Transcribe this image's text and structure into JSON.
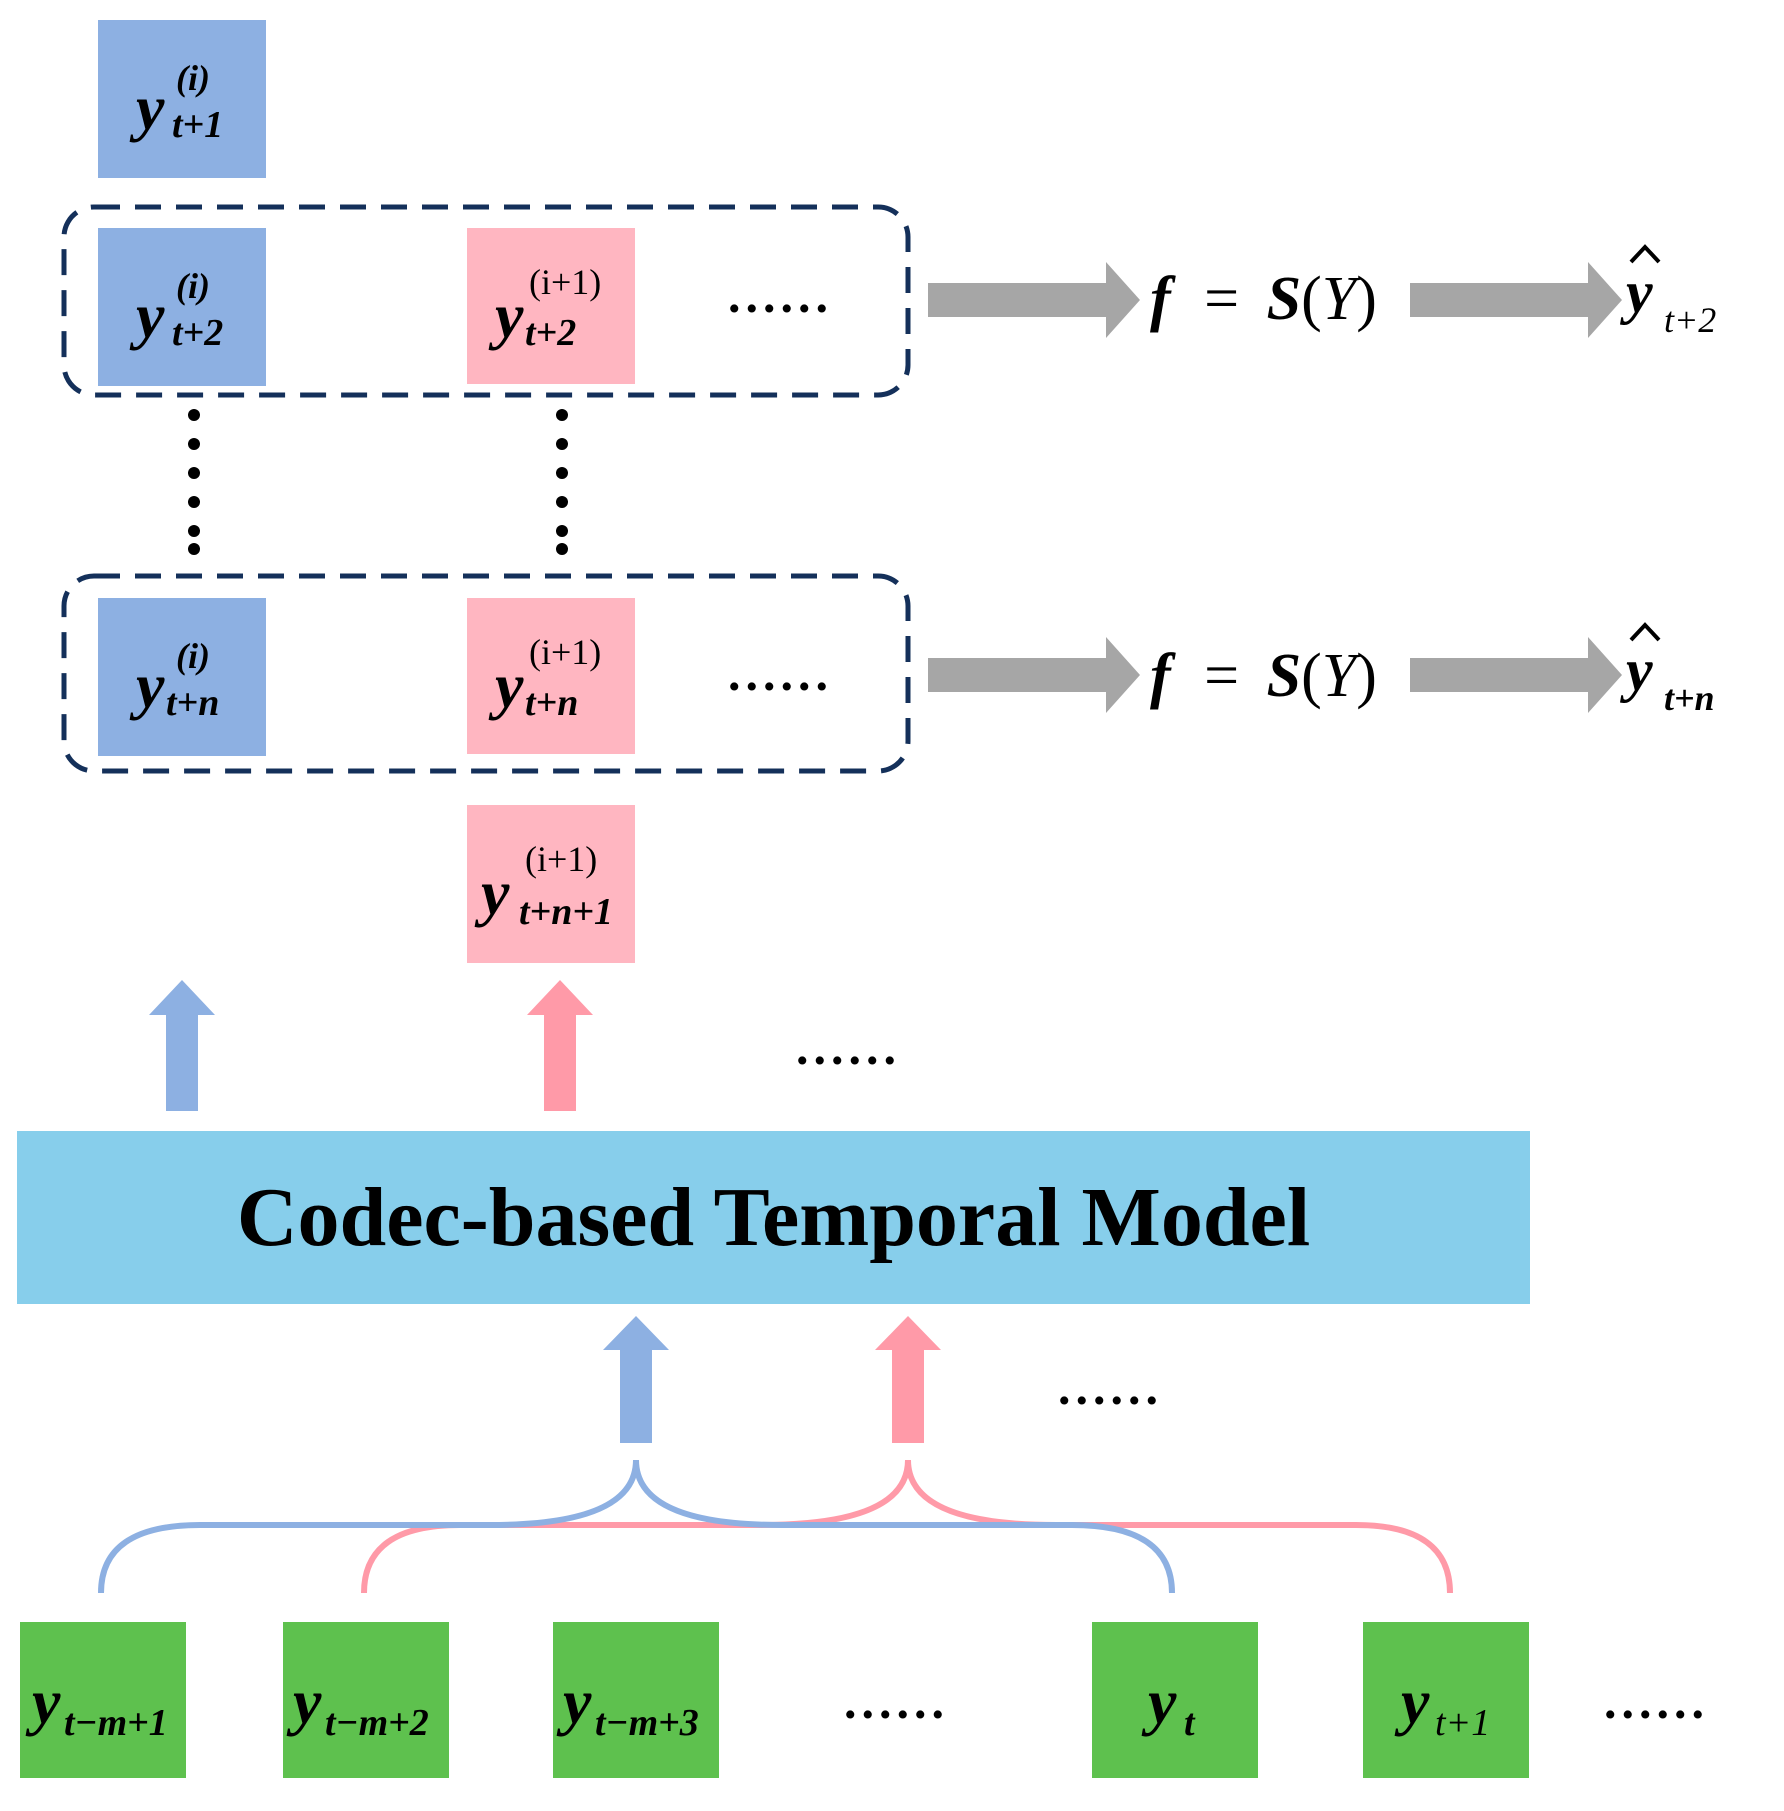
{
  "model": {
    "label": "Codec-based Temporal Model"
  },
  "ellipsis": "......",
  "formula": {
    "f": "f",
    "eq": "=",
    "S": "S",
    "open": "(",
    "Y": "Y",
    "close": ")"
  },
  "y_var": "y",
  "sup_i": "(i)",
  "sup_i1": "(i+1)",
  "outputs": {
    "row2": {
      "sub": "t+2"
    },
    "rown": {
      "sub": "t+n"
    }
  },
  "top_blue": {
    "sub": "t+1"
  },
  "row2_blue": {
    "sub": "t+2"
  },
  "row2_pink": {
    "sub": "t+2"
  },
  "rown_blue": {
    "sub": "t+n"
  },
  "rown_pink": {
    "sub": "t+n"
  },
  "bottom_pink": {
    "sub": "t+n+1"
  },
  "inputs": [
    {
      "sub": "t−m+1"
    },
    {
      "sub": "t−m+2"
    },
    {
      "sub": "t−m+3"
    },
    {
      "sub": "t"
    },
    {
      "sub": "t+1"
    }
  ],
  "colors": {
    "blue_block": "#8db0e2",
    "pink_block": "#ffb6c1",
    "green_block": "#5ec14e",
    "model_bar": "#87ceeb",
    "dashed_border": "#14305a",
    "gray_arrow": "#a6a6a6",
    "blue_arrow": "#8db0e2",
    "pink_arrow": "#ff9aa8"
  }
}
